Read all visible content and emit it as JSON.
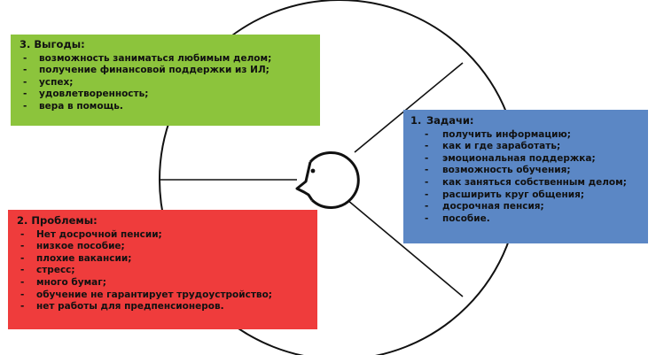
{
  "colors": {
    "benefits_bg": "#8cc43c",
    "tasks_bg": "#5b87c5",
    "problems_bg": "#ef3c3c",
    "outline": "#111111"
  },
  "benefits": {
    "title": "3. Выгоды:",
    "items": [
      "возможность заниматься любимым делом;",
      "получение финансовой поддержки из ИЛ;",
      "успех;",
      "удовлетворенность;",
      "вера в помощь."
    ]
  },
  "tasks": {
    "number": "1.",
    "title": "Задачи:",
    "items": [
      "получить информацию;",
      "как и где заработать;",
      "эмоциональная поддержка;",
      "возможность обучения;",
      "как заняться собственным делом;",
      "расширить круг общения;",
      "досрочная пенсия;",
      "пособие."
    ]
  },
  "problems": {
    "title": "2. Проблемы:",
    "items": [
      "Нет досрочной пенсии;",
      "низкое пособие;",
      "плохие вакансии;",
      "стресс;",
      "много бумаг;",
      "обучение не гарантирует трудоустройство;",
      "нет работы для предпенсионеров."
    ]
  }
}
